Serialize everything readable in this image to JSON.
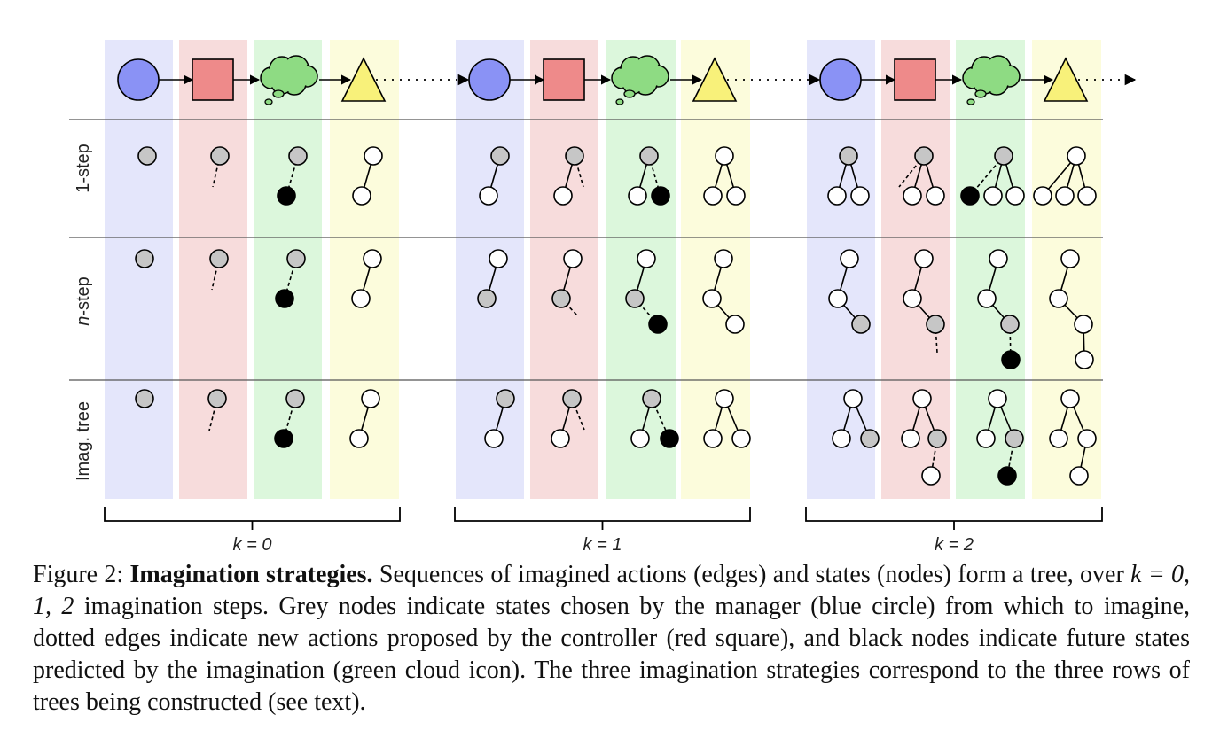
{
  "figure": {
    "row_labels": [
      "1-step",
      "n-step",
      "Imag. tree"
    ],
    "k_labels": [
      "k = 0",
      "k = 1",
      "k = 2"
    ],
    "column_colors": [
      "#e4e6fb",
      "#f7dcdc",
      "#dcf7dc",
      "#fcfcdc"
    ],
    "icon_colors": {
      "manager": "#8a92f5",
      "controller": "#ee8a8a",
      "imagination": "#8edb83",
      "memory": "#f8f17a"
    },
    "icons": [
      "manager-circle-icon",
      "controller-square-icon",
      "imagination-cloud-icon",
      "memory-triangle-icon"
    ],
    "node_colors": {
      "grey": "#c6c6c6",
      "black": "#000000",
      "white": "#ffffff"
    }
  },
  "caption": {
    "prefix": "Figure 2:",
    "title": "Imagination strategies.",
    "body_1": "Sequences of imagined actions (edges) and states (nodes) form a tree, over",
    "math": "k = 0, 1, 2",
    "body_2": "imagination steps. Grey nodes indicate states chosen by the manager (blue circle) from which to imagine, dotted edges indicate new actions proposed by the controller (red square), and black nodes indicate future states predicted by the imagination (green cloud icon). The three imagination strategies correspond to the three rows of trees being constructed (see text)."
  }
}
